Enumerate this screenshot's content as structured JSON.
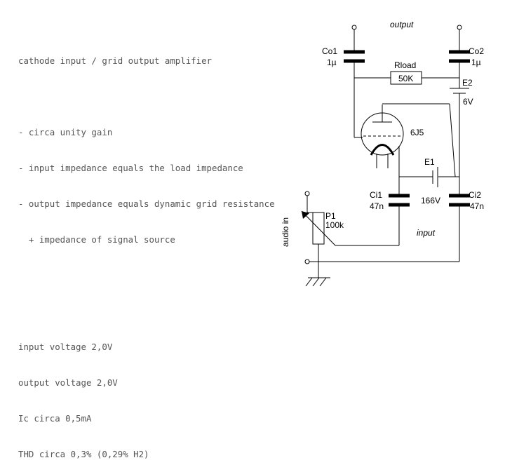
{
  "notes": {
    "title": "cathode input / grid output amplifier",
    "bullets": [
      "- circa unity gain",
      "- input impedance equals the load impedance",
      "- output impedance equals dynamic grid resistance",
      "  + impedance of signal source"
    ],
    "specs": [
      "input voltage 2,0V",
      "output voltage 2,0V",
      "Ic circa 0,5mA",
      "THD circa 0,3% (0,29% H2)"
    ]
  },
  "schematic": {
    "output_label": "output",
    "input_label": "input",
    "audio_in_label": "audio in",
    "co1": {
      "name": "Co1",
      "value": "1µ"
    },
    "co2": {
      "name": "Co2",
      "value": "1µ"
    },
    "rload": {
      "name": "Rload",
      "value": "50K"
    },
    "e2": {
      "name": "E2",
      "value": "6V"
    },
    "tube": {
      "name": "6J5"
    },
    "e1": {
      "name": "E1",
      "value": "166V"
    },
    "ci1": {
      "name": "Ci1",
      "value": "47n"
    },
    "ci2": {
      "name": "Ci2",
      "value": "47n"
    },
    "p1": {
      "name": "P1",
      "value": "100k"
    }
  }
}
